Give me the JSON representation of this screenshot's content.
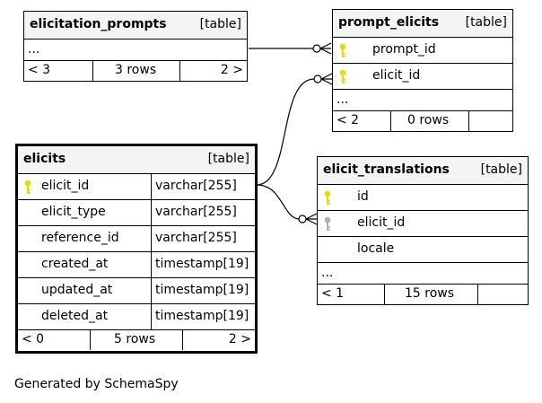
{
  "tables": {
    "elicitation_prompts": {
      "name": "elicitation_prompts",
      "type": "[table]",
      "ellipsis": "...",
      "footer": {
        "left": "< 3",
        "mid": "3 rows",
        "right": "2 >"
      }
    },
    "prompt_elicits": {
      "name": "prompt_elicits",
      "type": "[table]",
      "columns": [
        {
          "name": "prompt_id",
          "key": "primary"
        },
        {
          "name": "elicit_id",
          "key": "primary"
        }
      ],
      "ellipsis": "...",
      "footer": {
        "left": "< 2",
        "mid": "0 rows"
      }
    },
    "elicits": {
      "name": "elicits",
      "type": "[table]",
      "columns": [
        {
          "name": "elicit_id",
          "datatype": "varchar[255]",
          "key": "primary"
        },
        {
          "name": "elicit_type",
          "datatype": "varchar[255]"
        },
        {
          "name": "reference_id",
          "datatype": "varchar[255]"
        },
        {
          "name": "created_at",
          "datatype": "timestamp[19]"
        },
        {
          "name": "updated_at",
          "datatype": "timestamp[19]"
        },
        {
          "name": "deleted_at",
          "datatype": "timestamp[19]"
        }
      ],
      "footer": {
        "left": "< 0",
        "mid": "5 rows",
        "right": "2 >"
      }
    },
    "elicit_translations": {
      "name": "elicit_translations",
      "type": "[table]",
      "columns": [
        {
          "name": "id",
          "key": "primary"
        },
        {
          "name": "elicit_id",
          "key": "foreign"
        },
        {
          "name": "locale"
        }
      ],
      "ellipsis": "...",
      "footer": {
        "left": "< 1",
        "mid": "15 rows"
      }
    }
  },
  "colors": {
    "primary_key": "#e0e000",
    "foreign_key": "#b0b0b0",
    "header_bg": "#f4f4f4"
  },
  "icons": {
    "primary_key": "key-icon",
    "foreign_key": "key-icon"
  },
  "relationships": [
    {
      "from": "elicitation_prompts",
      "to": "prompt_elicits",
      "to_column": "prompt_id"
    },
    {
      "from": "elicits",
      "from_column": "elicit_id",
      "to": "prompt_elicits",
      "to_column": "elicit_id"
    },
    {
      "from": "elicits",
      "from_column": "elicit_id",
      "to": "elicit_translations",
      "to_column": "elicit_id"
    }
  ],
  "caption": "Generated by SchemaSpy"
}
